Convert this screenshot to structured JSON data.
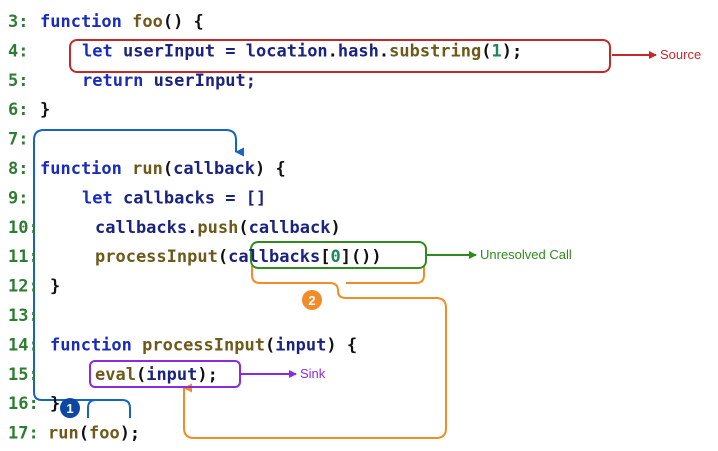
{
  "colors": {
    "line_number": "#2e7d32",
    "keyword": "#1a2dba",
    "identifier": "#1a237e",
    "method": "#6d5a1a",
    "number": "#1b8a5a",
    "punct": "#111111",
    "source": "#c62828",
    "unresolved": "#2e8b1e",
    "sink": "#8a2be2",
    "flow_blue": "#1565c0",
    "flow_orange": "#f28c28",
    "badge_blue": "#0d47a1",
    "badge_orange": "#f28c28"
  },
  "code_lines": [
    {
      "number": "3:",
      "tokens": [
        {
          "t": "function ",
          "c": "keyword"
        },
        {
          "t": "foo",
          "c": "method"
        },
        {
          "t": "() {",
          "c": "punct"
        }
      ]
    },
    {
      "number": "4:",
      "tokens": [
        {
          "t": "let ",
          "c": "keyword"
        },
        {
          "t": "userInput = ",
          "c": "identifier"
        },
        {
          "t": "location",
          "c": "identifier"
        },
        {
          "t": ".",
          "c": "punct"
        },
        {
          "t": "hash",
          "c": "identifier"
        },
        {
          "t": ".",
          "c": "punct"
        },
        {
          "t": "substring",
          "c": "method"
        },
        {
          "t": "(",
          "c": "punct"
        },
        {
          "t": "1",
          "c": "number"
        },
        {
          "t": ");",
          "c": "punct"
        }
      ]
    },
    {
      "number": "5:",
      "tokens": [
        {
          "t": "return ",
          "c": "keyword"
        },
        {
          "t": "userInput;",
          "c": "identifier"
        }
      ]
    },
    {
      "number": "6:",
      "tokens": [
        {
          "t": "}",
          "c": "punct"
        }
      ]
    },
    {
      "number": "7:",
      "tokens": []
    },
    {
      "number": "8:",
      "tokens": [
        {
          "t": "function ",
          "c": "keyword"
        },
        {
          "t": "run",
          "c": "method"
        },
        {
          "t": "(",
          "c": "punct"
        },
        {
          "t": "callback",
          "c": "identifier"
        },
        {
          "t": ") {",
          "c": "punct"
        }
      ]
    },
    {
      "number": "9:",
      "tokens": [
        {
          "t": "let ",
          "c": "keyword"
        },
        {
          "t": "callbacks = []",
          "c": "identifier"
        }
      ]
    },
    {
      "number": "10:",
      "tokens": [
        {
          "t": "callbacks",
          "c": "identifier"
        },
        {
          "t": ".",
          "c": "punct"
        },
        {
          "t": "push",
          "c": "method"
        },
        {
          "t": "(",
          "c": "punct"
        },
        {
          "t": "callback",
          "c": "identifier"
        },
        {
          "t": ")",
          "c": "punct"
        }
      ]
    },
    {
      "number": "11:",
      "tokens": [
        {
          "t": "processInput",
          "c": "method"
        },
        {
          "t": "(",
          "c": "punct"
        },
        {
          "t": "callbacks",
          "c": "identifier"
        },
        {
          "t": "[",
          "c": "punct"
        },
        {
          "t": "0",
          "c": "number"
        },
        {
          "t": "]()",
          "c": "punct"
        },
        {
          "t": ")",
          "c": "punct"
        }
      ]
    },
    {
      "number": "12:",
      "tokens": [
        {
          "t": "}",
          "c": "punct"
        }
      ]
    },
    {
      "number": "13:",
      "tokens": []
    },
    {
      "number": "14:",
      "tokens": [
        {
          "t": "function ",
          "c": "keyword"
        },
        {
          "t": "processInput",
          "c": "method"
        },
        {
          "t": "(",
          "c": "punct"
        },
        {
          "t": "input",
          "c": "identifier"
        },
        {
          "t": ") {",
          "c": "punct"
        }
      ]
    },
    {
      "number": "15:",
      "tokens": [
        {
          "t": "eval",
          "c": "method"
        },
        {
          "t": "(",
          "c": "punct"
        },
        {
          "t": "input",
          "c": "identifier"
        },
        {
          "t": ");",
          "c": "punct"
        }
      ]
    },
    {
      "number": "16:",
      "tokens": [
        {
          "t": "}",
          "c": "punct"
        }
      ]
    },
    {
      "number": "17:",
      "tokens": [
        {
          "t": "run",
          "c": "method"
        },
        {
          "t": "(",
          "c": "punct"
        },
        {
          "t": "foo",
          "c": "method"
        },
        {
          "t": ");",
          "c": "punct"
        }
      ]
    }
  ],
  "annotations": {
    "source_label": "Source",
    "unresolved_label": "Unresolved Call",
    "sink_label": "Sink",
    "badge_1": "1",
    "badge_2": "2"
  }
}
